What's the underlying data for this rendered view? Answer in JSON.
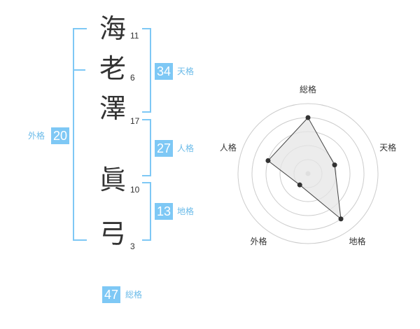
{
  "name": {
    "chars": [
      {
        "char": "海",
        "strokes": "11"
      },
      {
        "char": "老",
        "strokes": "6"
      },
      {
        "char": "澤",
        "strokes": "17"
      },
      {
        "char": "眞",
        "strokes": "10"
      },
      {
        "char": "弓",
        "strokes": "3"
      }
    ]
  },
  "scores": {
    "tenkaku": {
      "value": "34",
      "label": "天格"
    },
    "jinkaku": {
      "value": "27",
      "label": "人格"
    },
    "chikaku": {
      "value": "13",
      "label": "地格"
    },
    "gaikaku": {
      "value": "20",
      "label": "外格"
    },
    "soukaku": {
      "value": "47",
      "label": "総格"
    }
  },
  "chart_data": {
    "type": "radar",
    "axes": [
      "総格",
      "天格",
      "地格",
      "外格",
      "人格"
    ],
    "values": [
      4,
      2,
      4,
      1,
      3
    ],
    "max": 5,
    "colors": {
      "fill": "#e6e6e6",
      "line": "#444444",
      "grid": "#cccccc",
      "point": "#333333"
    }
  }
}
